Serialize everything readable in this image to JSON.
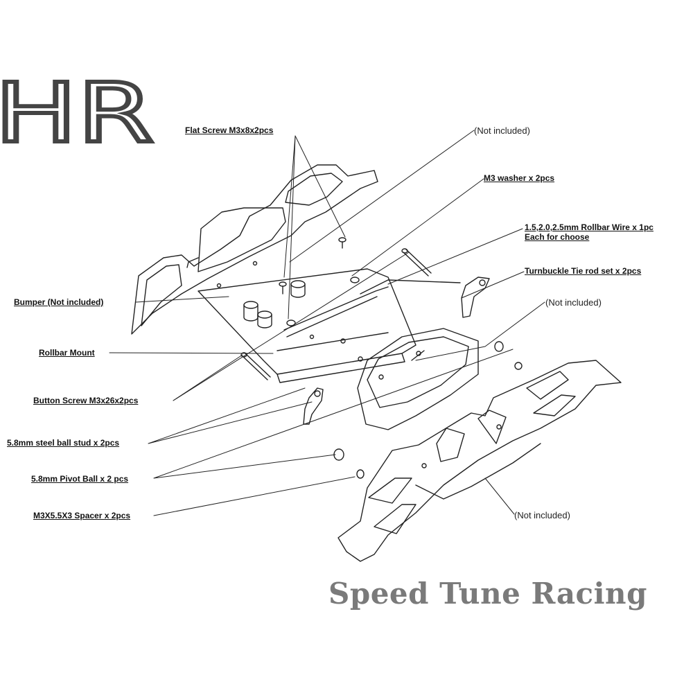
{
  "logo": {
    "text": "HR",
    "color": "#444444"
  },
  "brand": {
    "text": "Speed Tune Racing",
    "color": "#7a7a7a"
  },
  "labels": {
    "flat_screw": "Flat Screw M3x8x2pcs",
    "m3_washer": "M3 washer x 2pcs",
    "rollbar_wire_1": "1.5,2.0,2.5mm Rollbar Wire x 1pc",
    "rollbar_wire_2": "Each for choose",
    "turnbuckle": "Turnbuckle Tie rod set x 2pcs",
    "bumper": "Bumper (Not included)",
    "rollbar_mount": "Rollbar Mount",
    "button_screw": "Button Screw M3x26x2pcs",
    "ball_stud": "5.8mm steel ball stud x 2pcs",
    "pivot_ball": "5.8mm Pivot Ball  x 2 pcs",
    "spacer": "M3X5.5X3 Spacer x 2pcs"
  },
  "notes": {
    "not_included_top": "(Not included)",
    "not_included_mid": "(Not included)",
    "not_included_bottom": "(Not included)"
  }
}
